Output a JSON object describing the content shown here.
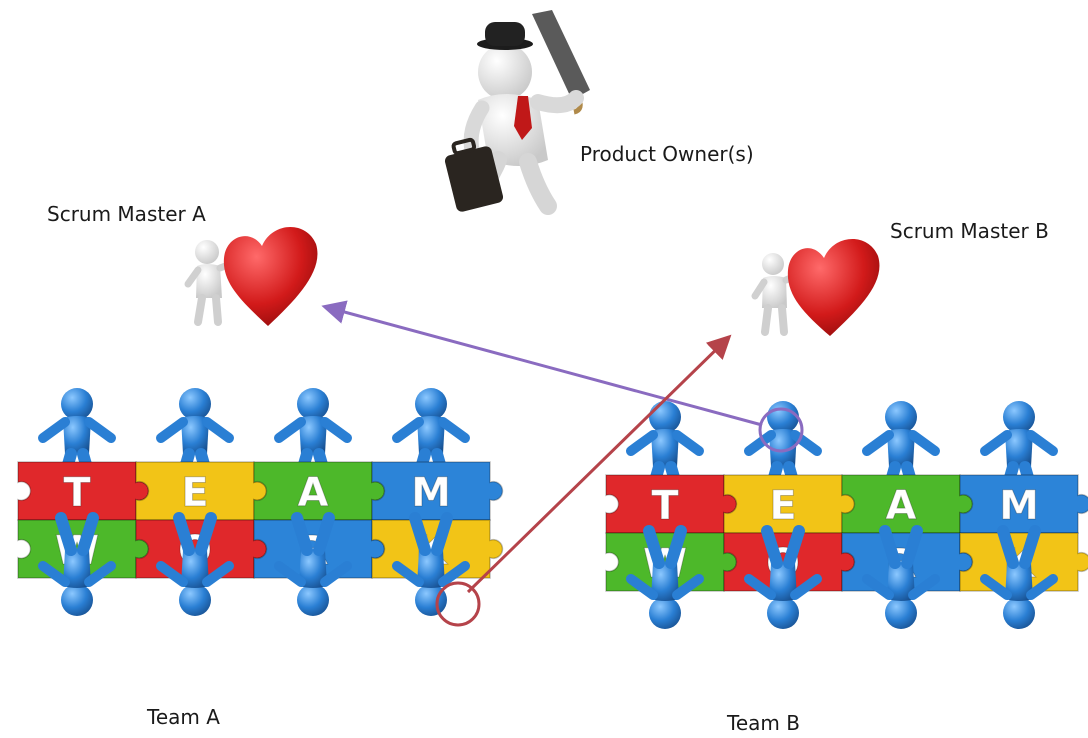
{
  "labels": {
    "product_owner": "Product Owner(s)",
    "scrum_master_a": "Scrum Master A",
    "scrum_master_b": "Scrum Master B",
    "team_a": "Team A",
    "team_b": "Team B"
  },
  "puzzle_letters": {
    "top": [
      "T",
      "E",
      "A",
      "M"
    ],
    "bottom": [
      "W",
      "O",
      "R",
      "K"
    ]
  },
  "colors": {
    "figure_blue": "#2a7fd4",
    "heart_red": "#d21a1a",
    "piece_red": "#e0282b",
    "piece_yellow": "#f2c417",
    "piece_green": "#4db82a",
    "piece_blue": "#2c84d8",
    "arrow_purple": "#8a6bc0",
    "arrow_red": "#b5434a"
  },
  "icons": [
    "businessman-icon",
    "briefcase-icon",
    "umbrella-icon",
    "heart-icon",
    "person-icon",
    "team-figure-icon",
    "puzzle-piece-icon"
  ]
}
